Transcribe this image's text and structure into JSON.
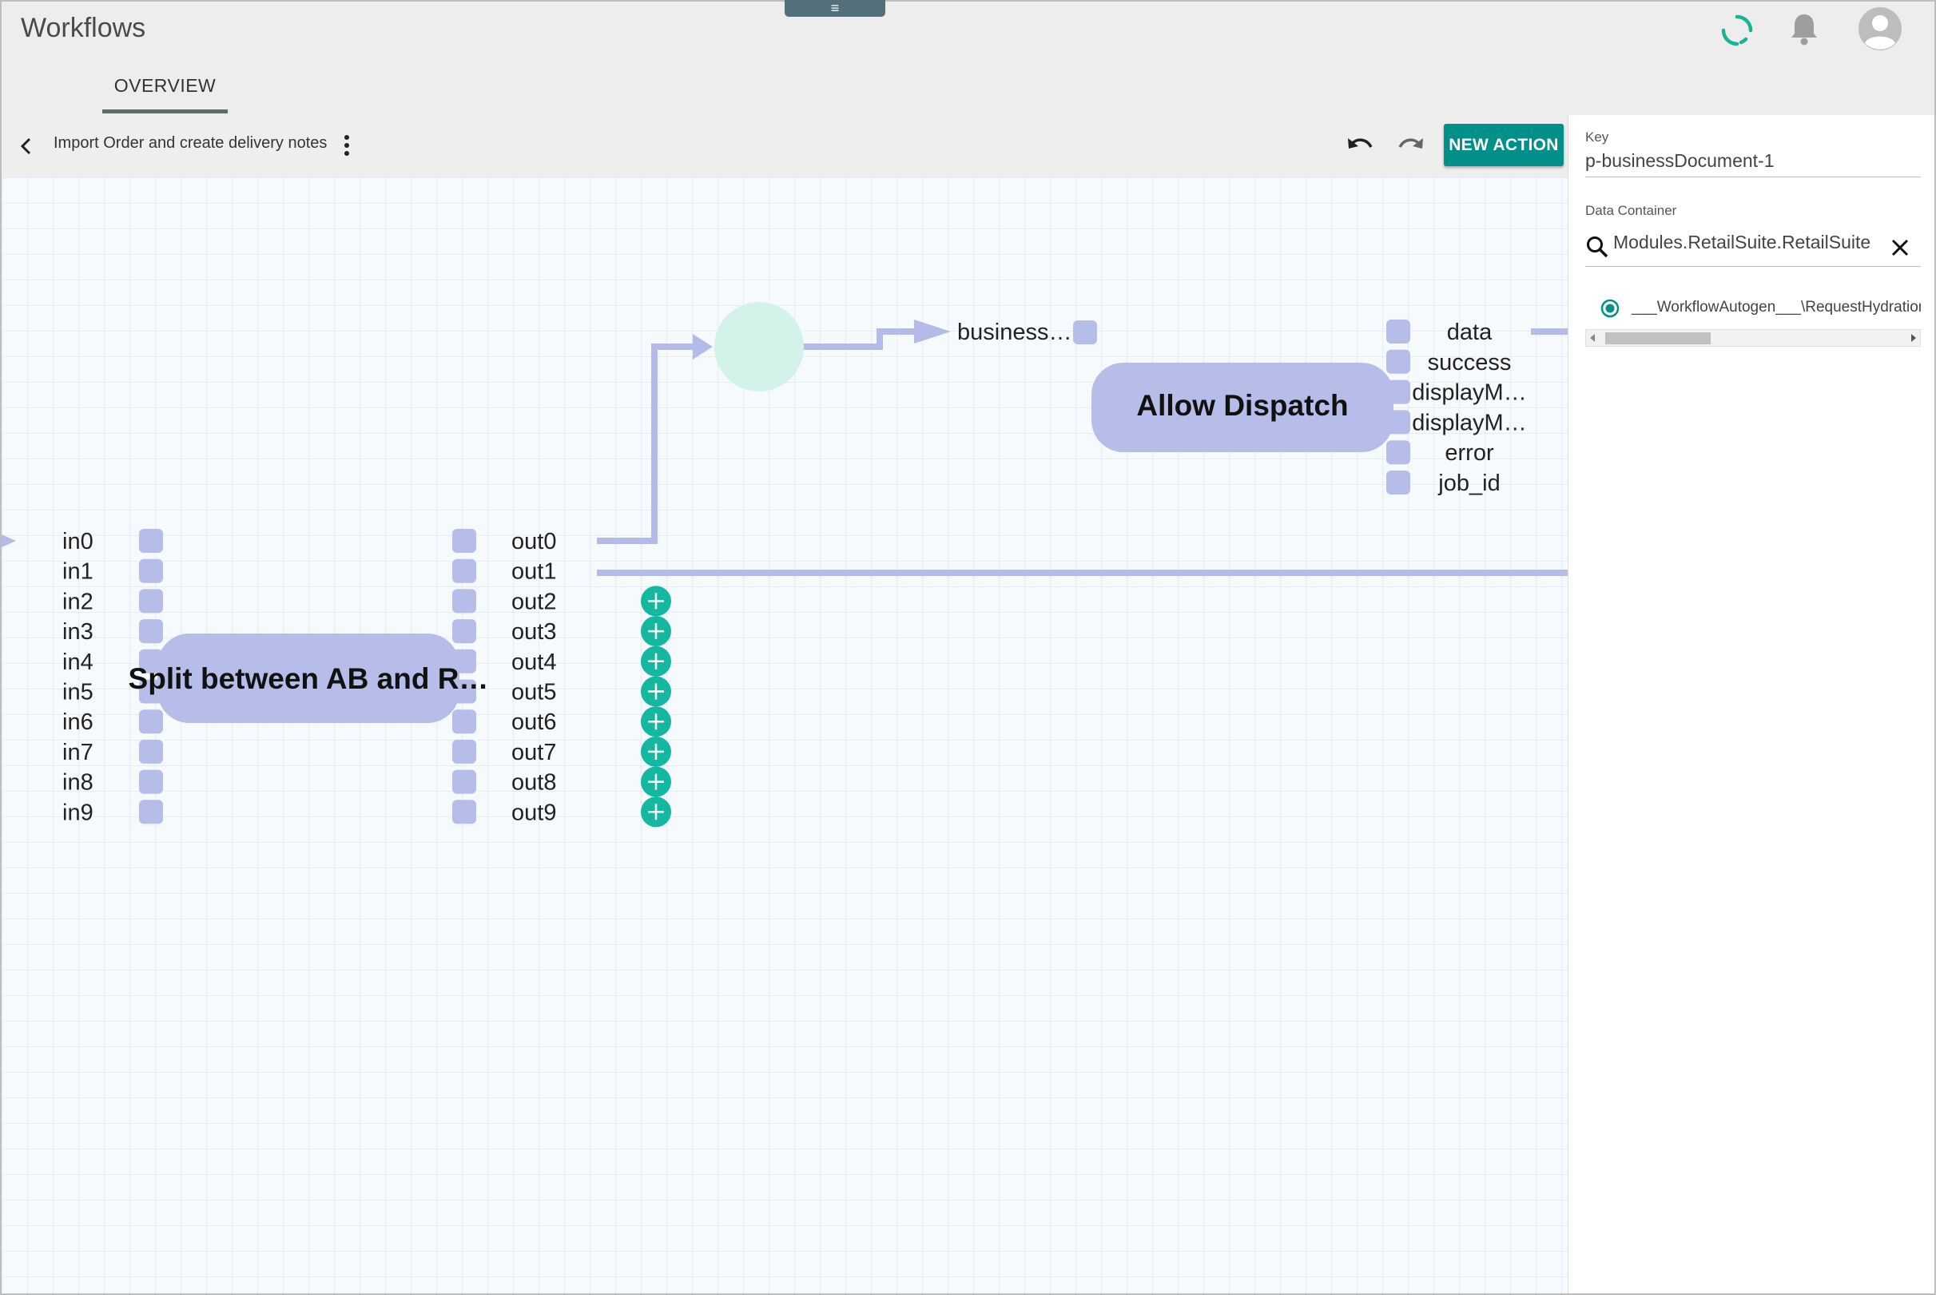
{
  "app": {
    "title": "Workflows",
    "drawer_handle_icon": "≡"
  },
  "header_icons": [
    "spinner-icon",
    "bell-icon",
    "avatar-icon"
  ],
  "tabs": [
    {
      "label": "OVERVIEW",
      "active": true
    }
  ],
  "toolbar": {
    "workflow_name": "Import Order and create delivery notes",
    "new_action_label": "NEW ACTION"
  },
  "canvas": {
    "split_node": {
      "label": "Split between AB and R…",
      "inputs": [
        "in0",
        "in1",
        "in2",
        "in3",
        "in4",
        "in5",
        "in6",
        "in7",
        "in8",
        "in9"
      ],
      "outputs": [
        "out0",
        "out1",
        "out2",
        "out3",
        "out4",
        "out5",
        "out6",
        "out7",
        "out8",
        "out9"
      ]
    },
    "dispatch_node": {
      "label": "Allow Dispatch",
      "input_label": "business…",
      "outputs": [
        "data",
        "success",
        "displayM…",
        "displayM…",
        "error",
        "job_id"
      ]
    }
  },
  "panel": {
    "key_label": "Key",
    "key_value": "p-businessDocument-1",
    "data_container_label": "Data Container",
    "data_container_value": "Modules.RetailSuite.RetailSuite",
    "option_label": "___WorkflowAutogen___\\RequestHydration"
  },
  "colors": {
    "accent": "#008f89",
    "node_fill": "#b6bde9",
    "connection": "#b4bbe8",
    "add_port": "#14b8a0",
    "join_circle": "#d3f3ea"
  }
}
